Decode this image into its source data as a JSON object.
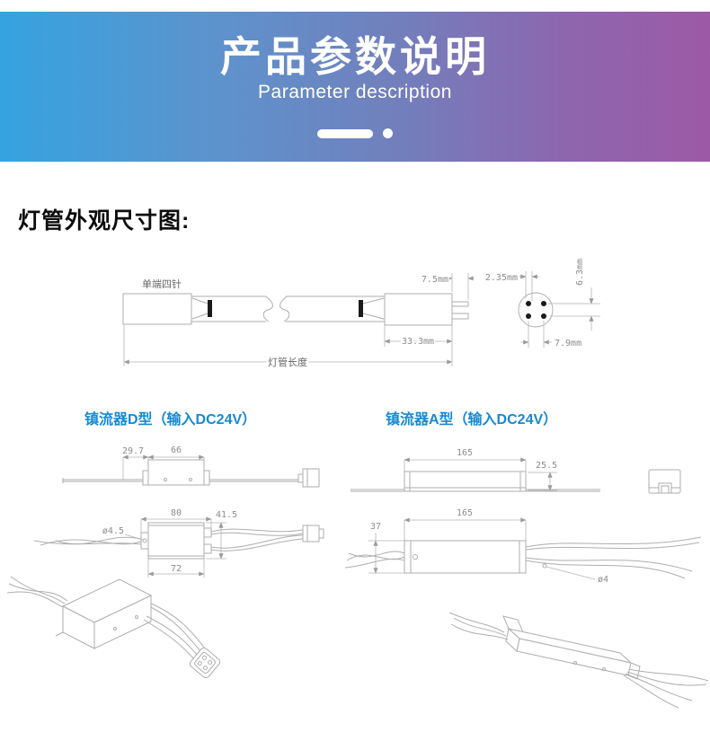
{
  "banner": {
    "title": "产品参数说明",
    "subtitle": "Parameter description"
  },
  "section": {
    "heading": "灯管外观尺寸图:"
  },
  "lamp": {
    "pin_type_label": "单端四针",
    "tube_length_label": "灯管长度",
    "dims": {
      "pin_length": "7.5mm",
      "pin_pitch": "2.35mm",
      "pin_row_gap": "6.3mm",
      "cap_length": "33.3mm",
      "pin_circle_dia": "7.9mm"
    }
  },
  "ballast_d": {
    "heading": "镇流器D型（输入DC24V）",
    "dims": {
      "lead_offset": "29.7",
      "body_length": "66",
      "overall_length": "80",
      "overall_width": "41.5",
      "mount_hole": "ø4.5",
      "hole_pitch": "72"
    }
  },
  "ballast_a": {
    "heading": "镇流器A型（输入DC24V）",
    "dims": {
      "body_length_side": "165",
      "body_height": "25.5",
      "body_width": "37",
      "body_length_top": "165",
      "mount_hole": "ø4"
    }
  },
  "colors": {
    "banner_gradient_left": "#35a3e0",
    "banner_gradient_right": "#9d5aa6",
    "heading_blue": "#1789d3"
  }
}
